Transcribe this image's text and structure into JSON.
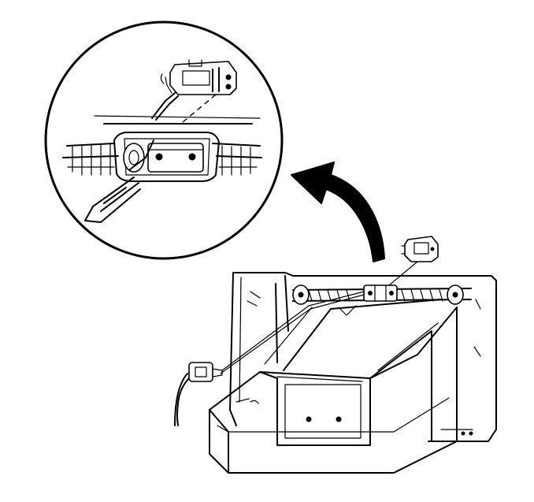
{
  "diagram": {
    "background": "#ffffff",
    "ink": "#000000",
    "elements": [
      "detail-magnifier-circle",
      "glove-box-lamp-detail",
      "switch-detail",
      "direction-arrow",
      "glove-box-assembly",
      "lamp-bracket",
      "lamp-socket",
      "wiring-harness",
      "connector",
      "switch-part"
    ]
  }
}
